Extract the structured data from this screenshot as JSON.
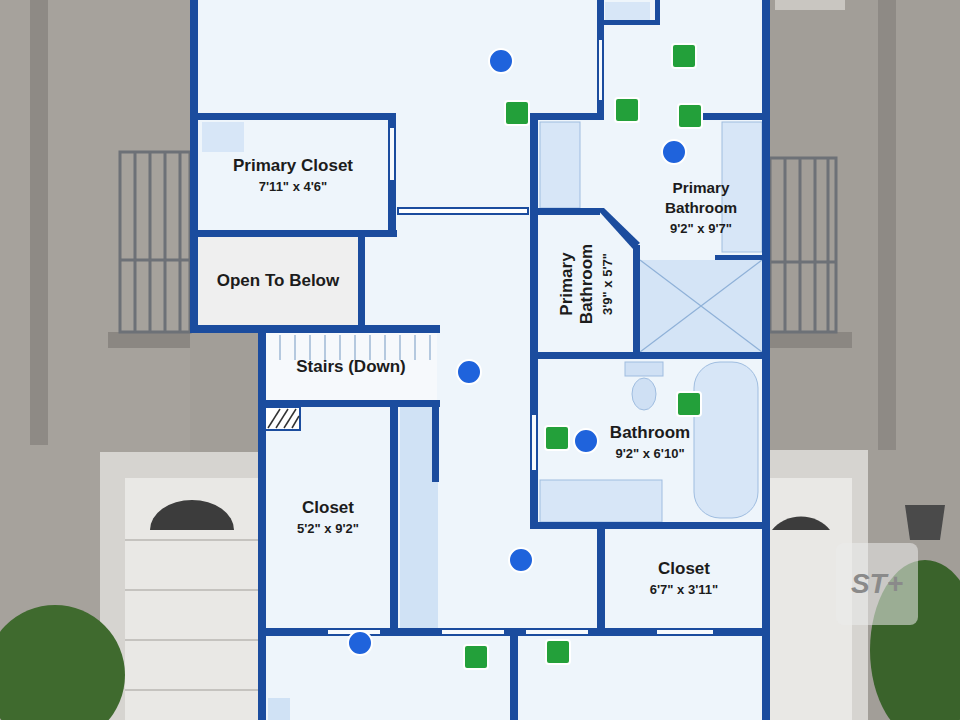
{
  "diagram": {
    "nodes": [
      {
        "text": [
          "Primary Closet",
          "7'11\" x 4'6\""
        ]
      },
      {
        "text": [
          "Primary Bathroom",
          "9'2\" x 9'7\""
        ]
      },
      {
        "text": [
          "Open To Below"
        ]
      },
      {
        "text": [
          "Primary Bathroom",
          "3'9\" x 5'7\""
        ]
      },
      {
        "text": [
          "Stairs (Down)"
        ]
      },
      {
        "text": [
          "Bathroom",
          "9'2\" x 6'10\""
        ]
      },
      {
        "text": [
          "Closet",
          "5'2\" x 9'2\""
        ]
      },
      {
        "text": [
          "Closet",
          "6'7\" x 3'11\""
        ]
      }
    ],
    "labels": [
      "ST+"
    ]
  }
}
